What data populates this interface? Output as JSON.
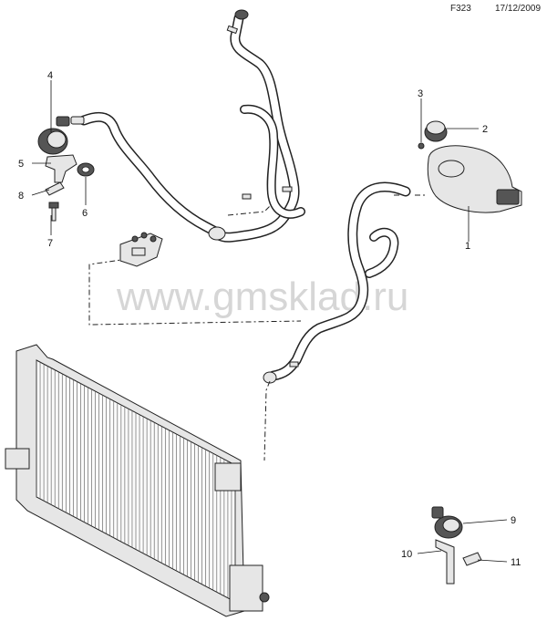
{
  "header": {
    "code": "F323",
    "date": "17/12/2009"
  },
  "watermark": "www.gmsklad.ru",
  "callouts": [
    "1",
    "2",
    "3",
    "4",
    "5",
    "6",
    "7",
    "8",
    "9",
    "10",
    "11"
  ],
  "icons": [
    "radiator",
    "expansion-tank",
    "reservoir-cap",
    "auxiliary-pump",
    "coolant-hoses",
    "hose-connector",
    "bracket",
    "bolt",
    "grommet",
    "clip"
  ]
}
